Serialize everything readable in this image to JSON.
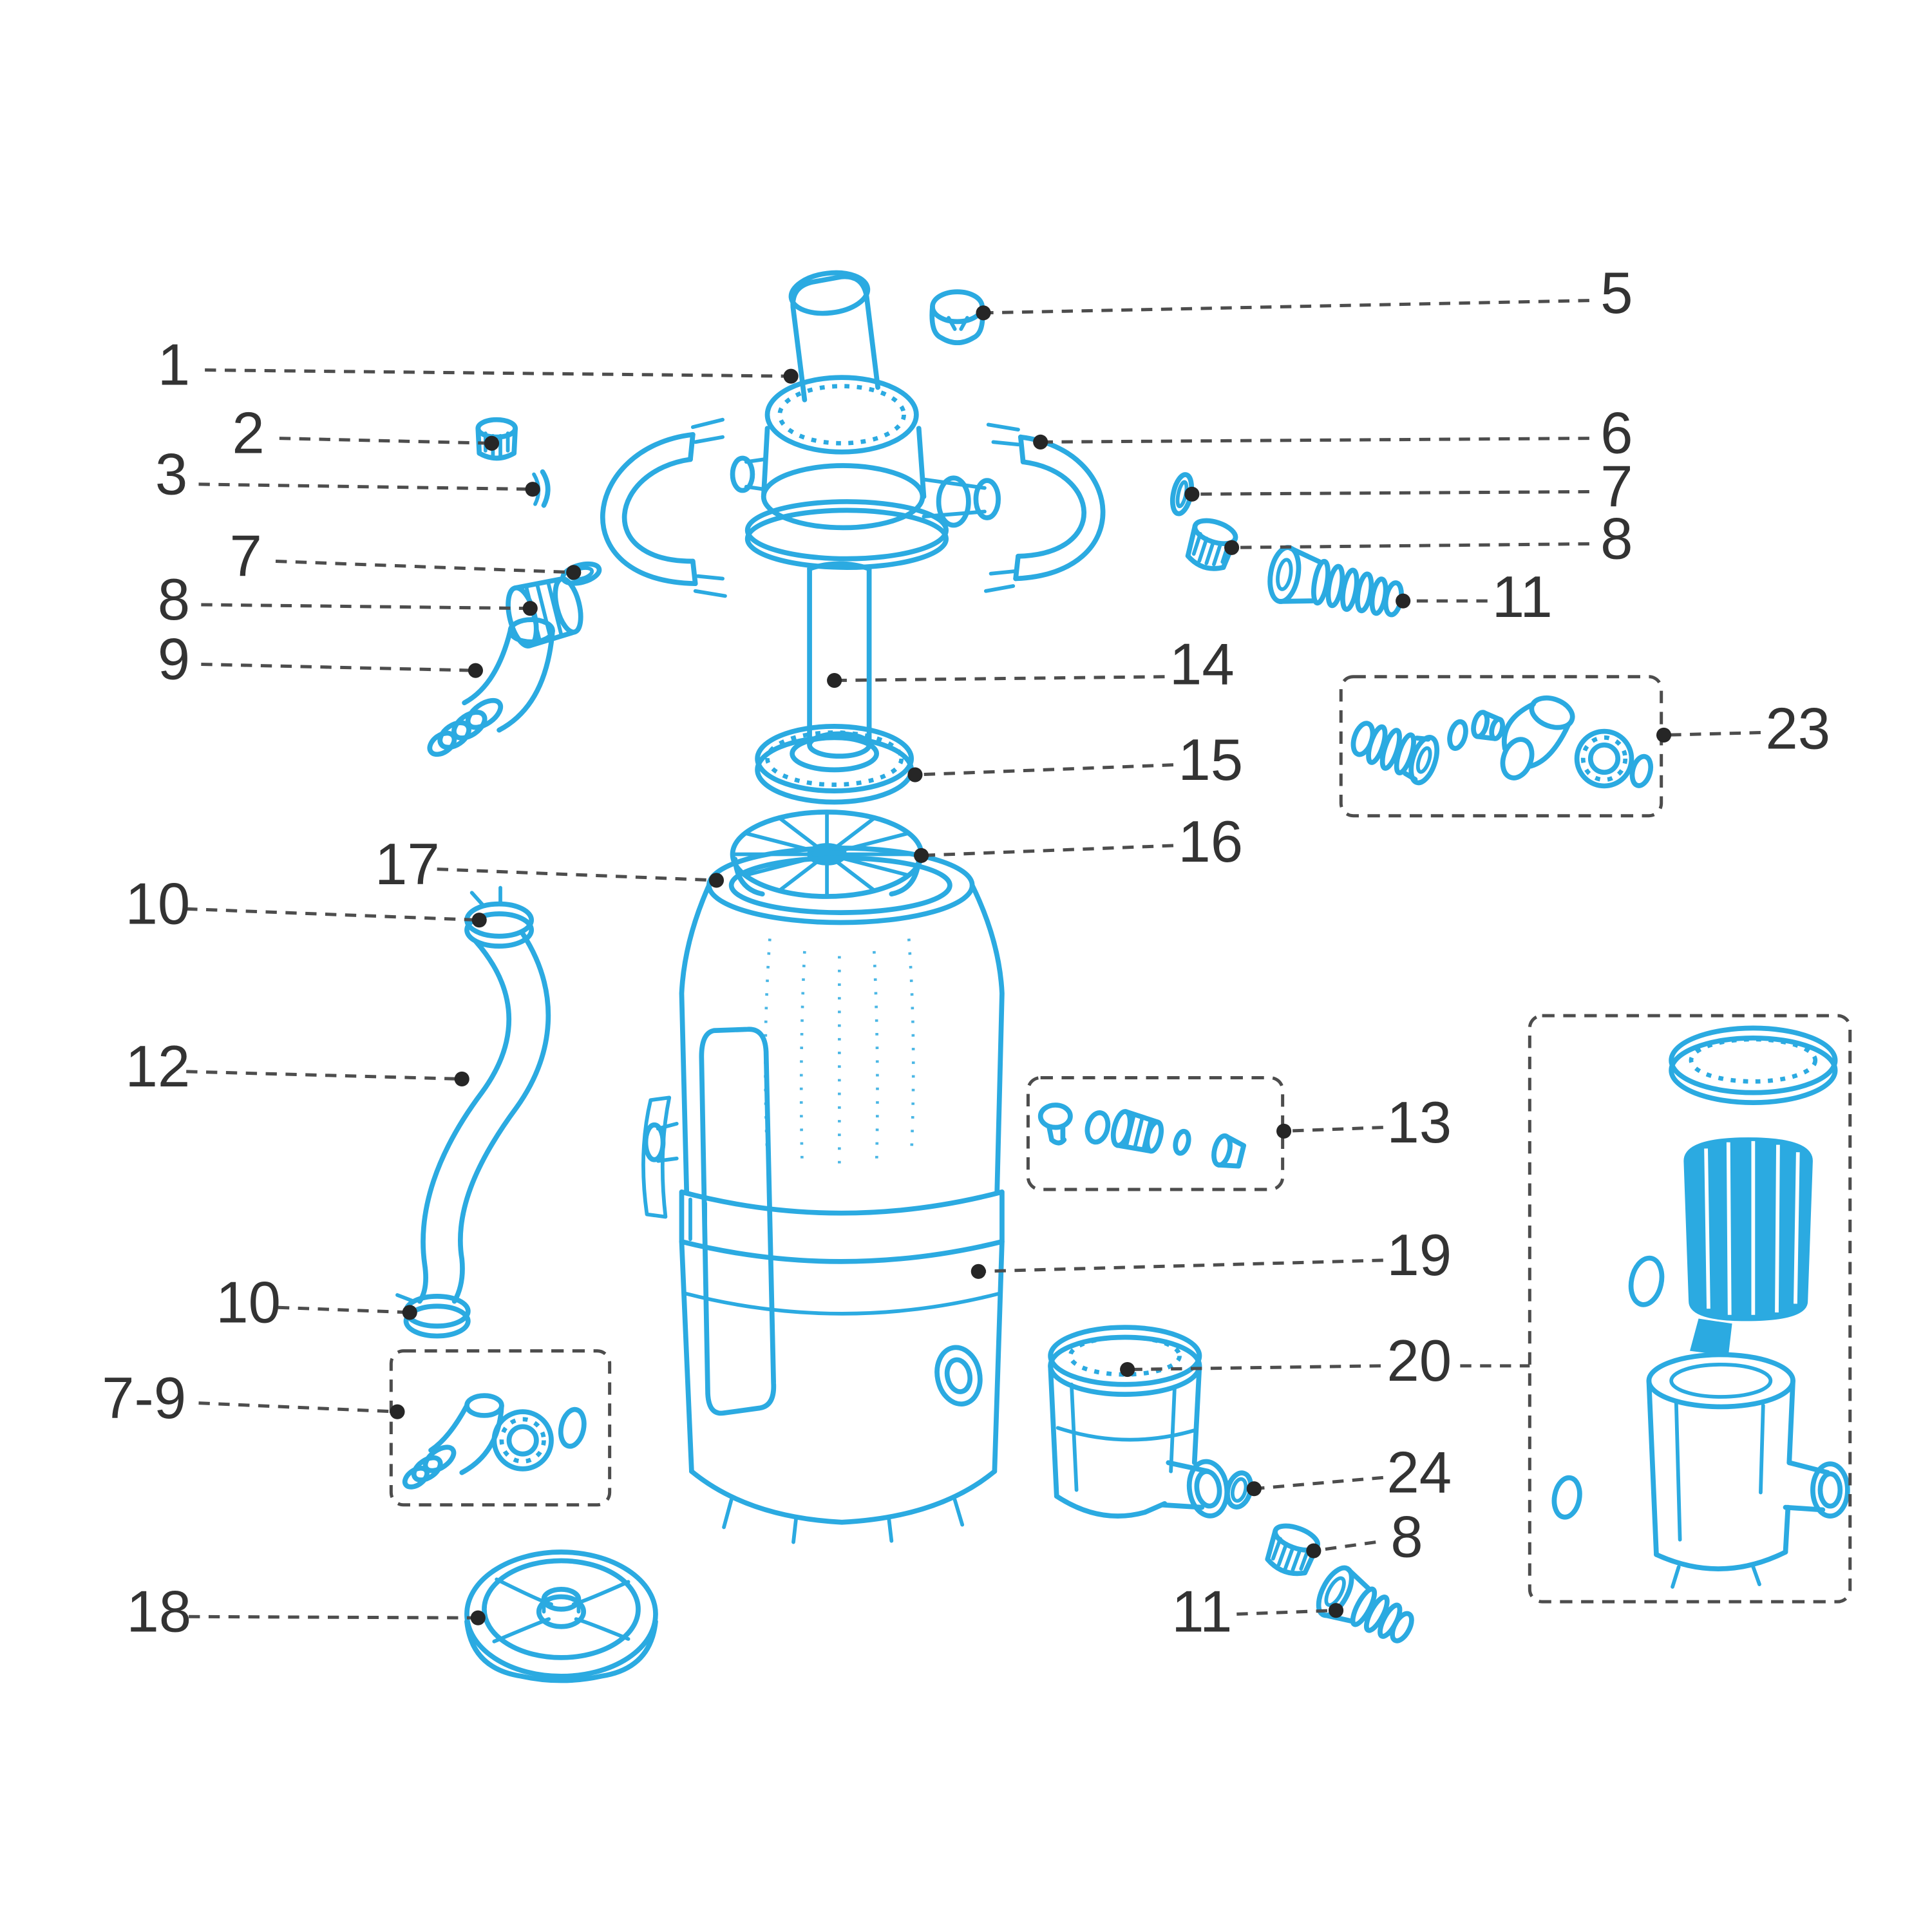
{
  "diagram": {
    "description": "Exploded parts diagram of a pool sand filter pump with numbered components",
    "labels": [
      {
        "ref": "1"
      },
      {
        "ref": "2"
      },
      {
        "ref": "3"
      },
      {
        "ref": "5"
      },
      {
        "ref": "6"
      },
      {
        "ref": "7"
      },
      {
        "ref": "8"
      },
      {
        "ref": "11"
      },
      {
        "ref": "7"
      },
      {
        "ref": "8"
      },
      {
        "ref": "9"
      },
      {
        "ref": "14"
      },
      {
        "ref": "23"
      },
      {
        "ref": "15"
      },
      {
        "ref": "16"
      },
      {
        "ref": "17"
      },
      {
        "ref": "10"
      },
      {
        "ref": "12"
      },
      {
        "ref": "13"
      },
      {
        "ref": "19"
      },
      {
        "ref": "10"
      },
      {
        "ref": "20"
      },
      {
        "ref": "7-9"
      },
      {
        "ref": "24"
      },
      {
        "ref": "8"
      },
      {
        "ref": "11"
      },
      {
        "ref": "18"
      }
    ]
  },
  "colors": {
    "line": "#2baae1",
    "label": "#333333",
    "leader": "#4d4d4d",
    "box": "#4d4d4d",
    "background": "#ffffff"
  }
}
